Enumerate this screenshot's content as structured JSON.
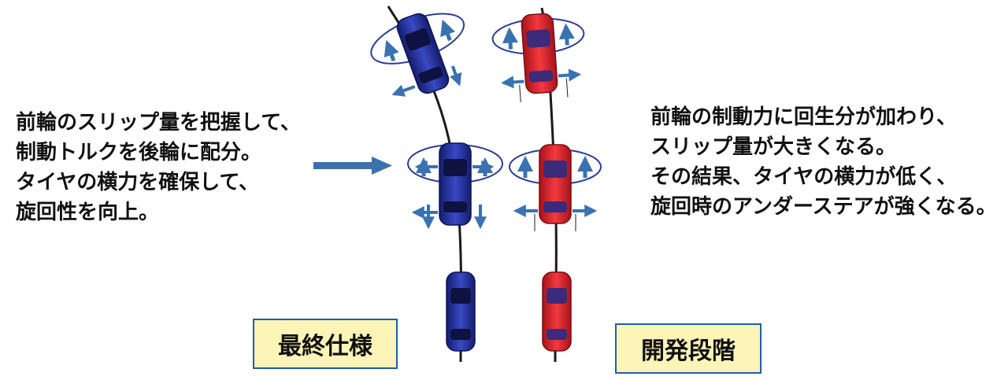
{
  "left_description": {
    "lines": [
      "前輪のスリップ量を把握して、",
      "制動トルクを後輪に配分。",
      "タイヤの横力を確保して、",
      "旋回性を向上。"
    ]
  },
  "right_description": {
    "lines": [
      "前輪の制動力に回生分が加わり、",
      "スリップ量が大きくなる。",
      "その結果、タイヤの横力が低く、",
      "旋回時のアンダーステアが強くなる。"
    ]
  },
  "labels": {
    "final": "最終仕様",
    "development": "開発段階"
  },
  "colors": {
    "blue_car": "#23309a",
    "red_car": "#e0202a",
    "arrow": "#3a72b0",
    "label_bg": "#fdf4b8",
    "label_border": "#1f5fa8"
  }
}
